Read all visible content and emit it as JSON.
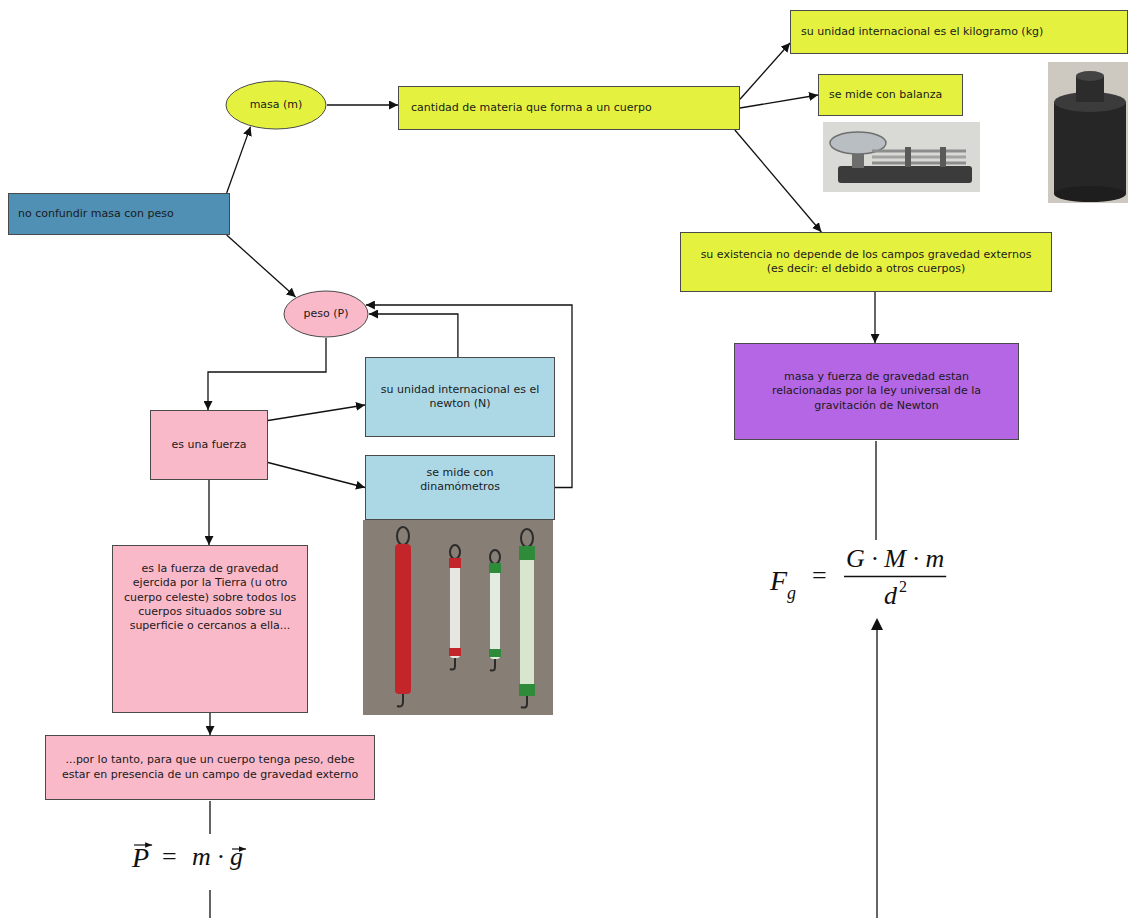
{
  "diagram": {
    "nodes": [
      {
        "text": [
          "no confundir masa con peso"
        ]
      },
      {
        "text": [
          "masa (m)"
        ]
      },
      {
        "text": [
          "cantidad de materia que forma a un cuerpo"
        ]
      },
      {
        "text": [
          "su unidad internacional es el kilogramo (kg)"
        ]
      },
      {
        "text": [
          "se mide con balanza"
        ]
      },
      {
        "text": [
          "su existencia no depende de los campos gravedad externos (es decir: el debido a otros cuerpos)"
        ]
      },
      {
        "text": [
          "peso (P)"
        ]
      },
      {
        "text": [
          "es una fuerza"
        ]
      },
      {
        "text": [
          "su unidad internacional es el newton (N)"
        ]
      },
      {
        "text": [
          "se mide con dinamómetros"
        ]
      },
      {
        "text": [
          "es la fuerza de gravedad ejercida por la Tierra (u otro cuerpo celeste) sobre todos los cuerpos situados sobre su superficie o cercanos a ella..."
        ]
      },
      {
        "text": [
          "...por lo tanto, para que un cuerpo tenga peso, debe estar en presencia de un campo de gravedad externo"
        ]
      },
      {
        "text": [
          "masa y fuerza de gravedad estan relacionadas por la ley universal de la gravitación de Newton"
        ]
      }
    ],
    "edges": [
      {
        "from": 0,
        "to": 1,
        "arrow": "to"
      },
      {
        "from": 0,
        "to": 6,
        "arrow": "to"
      },
      {
        "from": 1,
        "to": 2,
        "arrow": "to"
      },
      {
        "from": 2,
        "to": 3,
        "arrow": "to"
      },
      {
        "from": 2,
        "to": 4,
        "arrow": "to"
      },
      {
        "from": 2,
        "to": 5,
        "arrow": "to"
      },
      {
        "from": 5,
        "to": 12,
        "arrow": "to"
      },
      {
        "from": 6,
        "to": 7,
        "arrow": "to"
      },
      {
        "from": 7,
        "to": 8,
        "arrow": "to"
      },
      {
        "from": 7,
        "to": 9,
        "arrow": "to"
      },
      {
        "from": 8,
        "to": 6,
        "arrow": "to"
      },
      {
        "from": 9,
        "to": 6,
        "arrow": "to"
      },
      {
        "from": 7,
        "to": 10,
        "arrow": "to"
      },
      {
        "from": 10,
        "to": 11,
        "arrow": "to"
      }
    ],
    "labels": [
      "F",
      "g",
      "=",
      "G · M · m",
      "d",
      "2",
      "P",
      "=",
      "m ·",
      "g"
    ]
  }
}
